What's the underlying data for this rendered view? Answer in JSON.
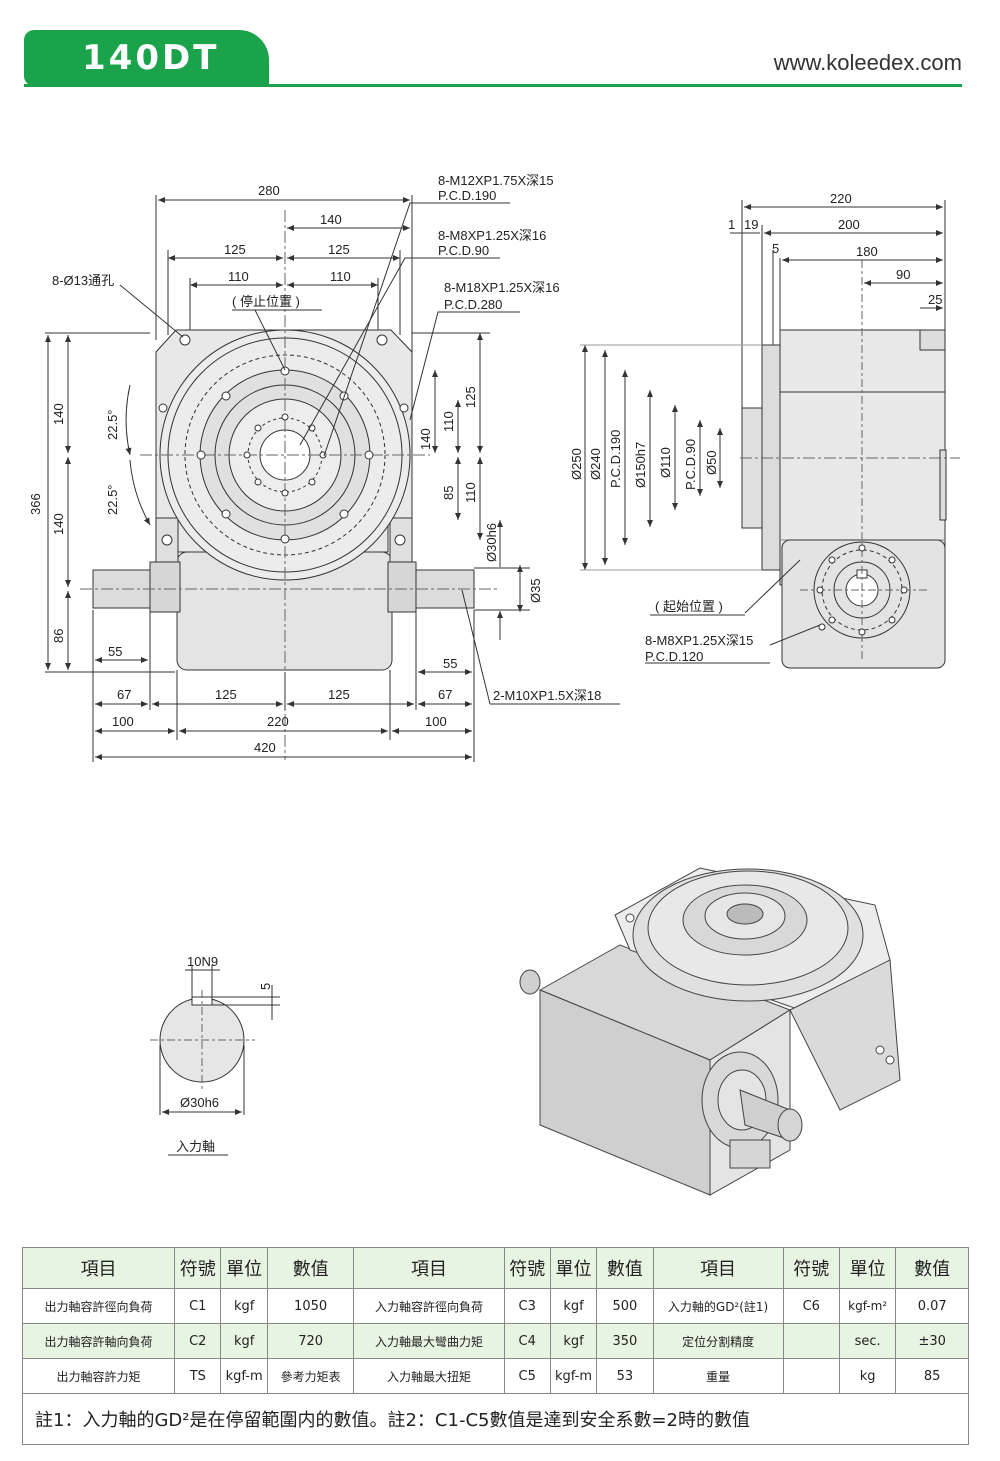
{
  "header": {
    "title": "140DT",
    "url": "www.koleedex.com"
  },
  "front_view": {
    "dims": {
      "d280": "280",
      "d140": "140",
      "d125a": "125",
      "d125b": "125",
      "d110a": "110",
      "d110b": "110",
      "stop": "( 停止位置 )",
      "hole": "8-Ø13通孔",
      "angle1": "22.5°",
      "angle2": "22.5°",
      "v140a": "140",
      "v140b": "140",
      "v366": "366",
      "v86": "86",
      "r125": "125",
      "r140": "140",
      "r110a": "110",
      "r85": "85",
      "r110b": "110",
      "phi30": "Ø30h6",
      "phi35": "Ø35",
      "b55a": "55",
      "b55b": "55",
      "b67a": "67",
      "b67b": "67",
      "b125a": "125",
      "b125b": "125",
      "b100a": "100",
      "b220": "220",
      "b100b": "100",
      "b420": "420",
      "note1a": "8-M12XP1.75X深15",
      "note1b": "P.C.D.190",
      "note2a": "8-M8XP1.25X深16",
      "note2b": "P.C.D.90",
      "note3a": "8-M18XP1.25X深16",
      "note3b": "P.C.D.280",
      "note4": "2-M10XP1.5X深18"
    }
  },
  "side_view": {
    "dims": {
      "d220": "220",
      "d1": "1",
      "d19": "19",
      "d200": "200",
      "d5": "5",
      "d180": "180",
      "d90": "90",
      "d25": "25",
      "p250": "Ø250",
      "p240": "Ø240",
      "pcd190": "P.C.D.190",
      "p150": "Ø150h7",
      "p110": "Ø110",
      "pcd90": "P.C.D.90",
      "p50": "Ø50",
      "start": "( 起始位置 )",
      "note5a": "8-M8XP1.25X深15",
      "note5b": "P.C.D.120"
    }
  },
  "shaft_detail": {
    "key": "10N9",
    "depth": "5",
    "dia": "Ø30h6",
    "label": "入力軸"
  },
  "spec_table": {
    "headers": [
      "項目",
      "符號",
      "單位",
      "數值",
      "項目",
      "符號",
      "單位",
      "數值",
      "項目",
      "符號",
      "單位",
      "數值"
    ],
    "rows": [
      [
        "出力軸容許徑向負荷",
        "C1",
        "kgf",
        "1050",
        "入力軸容許徑向負荷",
        "C3",
        "kgf",
        "500",
        "入力軸的GD²(註1)",
        "C6",
        "kgf-m²",
        "0.07"
      ],
      [
        "出力軸容許軸向負荷",
        "C2",
        "kgf",
        "720",
        "入力軸最大彎曲力矩",
        "C4",
        "kgf",
        "350",
        "定位分割精度",
        "",
        "sec.",
        "±30"
      ],
      [
        "出力軸容許力矩",
        "TS",
        "kgf-m",
        "參考力矩表",
        "入力軸最大扭矩",
        "C5",
        "kgf-m",
        "53",
        "重量",
        "",
        "kg",
        "85"
      ]
    ],
    "note": "註1：入力軸的GD²是在停留範圍内的數值。註2：C1-C5數值是達到安全系數=2時的數值"
  },
  "colors": {
    "brand": "#1aa34a",
    "table_header": "#e8f4e2",
    "body_fill": "#e6e6e6",
    "line": "#333333"
  }
}
